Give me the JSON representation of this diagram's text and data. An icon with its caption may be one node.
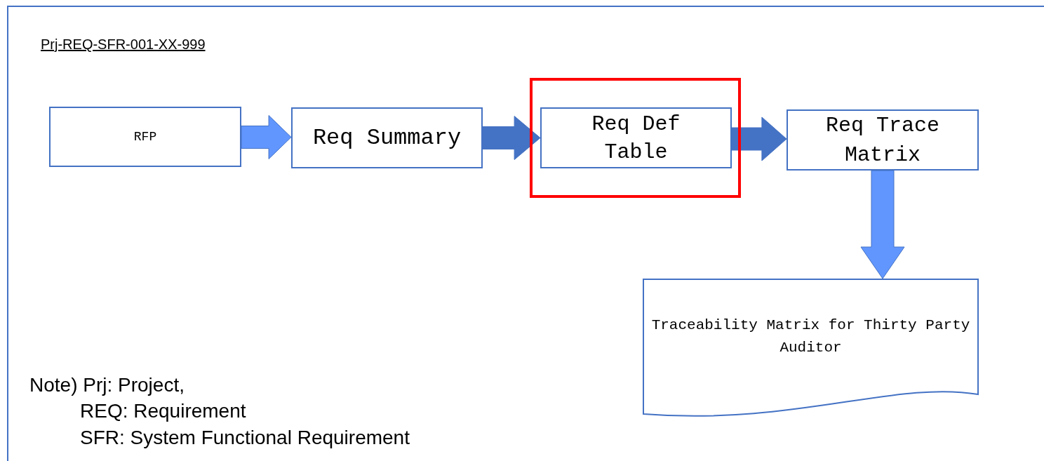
{
  "diagram": {
    "title": "Prj-REQ-SFR-001-XX-999",
    "nodes": [
      {
        "text": [
          "RFP"
        ]
      },
      {
        "text": [
          "Req Summary"
        ]
      },
      {
        "text": [],
        "shape": "box"
      },
      {
        "text": [
          "Req Def Table"
        ],
        "in": 2
      },
      {
        "text": [
          "Req Trace Matrix"
        ]
      },
      {
        "text": [
          "Traceability Matrix for Thirty Party Auditor"
        ]
      }
    ],
    "edges": [
      {
        "from": 0,
        "to": 1,
        "arrow": "to",
        "style": "thick",
        "color": "#6196ff"
      },
      {
        "from": 1,
        "to": 3,
        "arrow": "to",
        "style": "thick"
      },
      {
        "from": 3,
        "to": 4,
        "arrow": "to",
        "style": "thick"
      },
      {
        "from": 4,
        "to": 5,
        "arrow": "to",
        "style": "thick",
        "color": "#6196ff"
      }
    ],
    "labels": [
      "Note) Prj: Project,",
      "REQ: Requirement",
      "SFR: System Functional Requirement"
    ]
  }
}
